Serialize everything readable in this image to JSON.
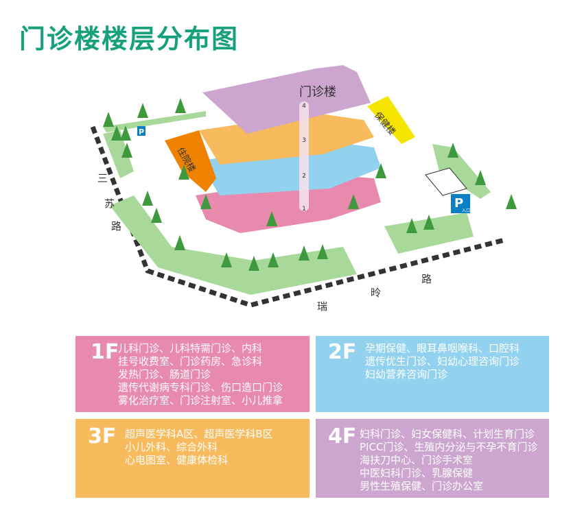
{
  "title": "门诊楼楼层分布图",
  "map": {
    "main_building": "门诊楼",
    "health_building": "保健楼",
    "inpatient_building": "住院楼",
    "floor_markers": [
      "1",
      "2",
      "3",
      "4"
    ],
    "road_left": [
      "三",
      "苏",
      "路"
    ],
    "road_bottom": [
      "瑞",
      "昤",
      "路"
    ],
    "parking_label": "P",
    "entrance_label": "入口"
  },
  "floors": [
    {
      "label": "1F",
      "color": "#e889ae",
      "lines": [
        "儿科门诊、儿科特需门诊、内科",
        "挂号收费室、门诊药房、急诊科",
        "发热门诊、肠道门诊",
        "遗传代谢病专科门诊、伤口造口门诊",
        "雾化治疗室、门诊注射室、小儿推拿"
      ]
    },
    {
      "label": "2F",
      "color": "#93d2ee",
      "lines": [
        "孕期保健、眼耳鼻咽喉科、口腔科",
        "遗传优生门诊、妇幼心理咨询门诊",
        "妇幼营养咨询门诊"
      ]
    },
    {
      "label": "3F",
      "color": "#f7bb5e",
      "lines": [
        "超声医学科A区、超声医学科B区",
        "小儿外科、综合外科",
        "心电图室、健康体检科"
      ]
    },
    {
      "label": "4F",
      "color": "#cda6cf",
      "lines": [
        "妇科门诊、妇女保健科、计划生育门诊",
        "PICC门诊、生殖内分泌与不孕不育门诊",
        "海扶刀中心、门诊手术室",
        "中医妇科门诊、乳腺保健",
        "男性生殖保健、门诊办公室"
      ]
    }
  ]
}
